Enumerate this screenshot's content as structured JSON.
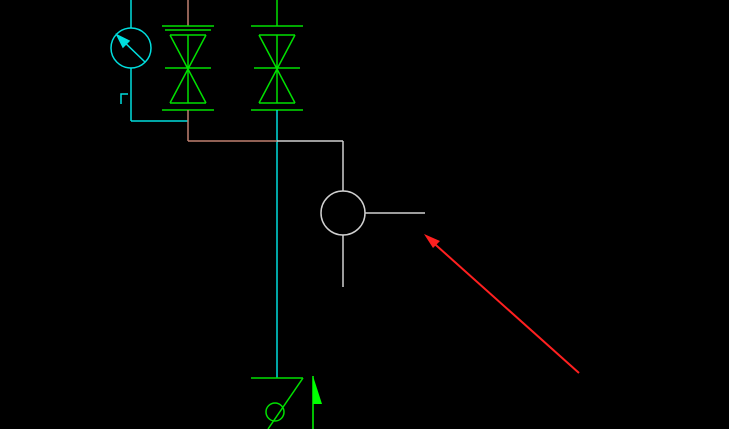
{
  "canvas": {
    "background": "#000000"
  },
  "colors": {
    "green": "#00e000",
    "bright_green": "#00ff00",
    "cyan": "#00dede",
    "white": "#d0d0d0",
    "brown": "#c08070",
    "red": "#ff2020"
  },
  "symbols": {
    "pressure_gauge": "pressure-gauge-symbol",
    "valves": [
      "gate-valve-symbol",
      "gate-valve-symbol"
    ],
    "junction_symbol": "circle-tee-symbol",
    "pointer_arrow": "red-arrow",
    "bottom_valve": "angled-valve-symbol",
    "flag_marker": "green-flag-symbol"
  }
}
